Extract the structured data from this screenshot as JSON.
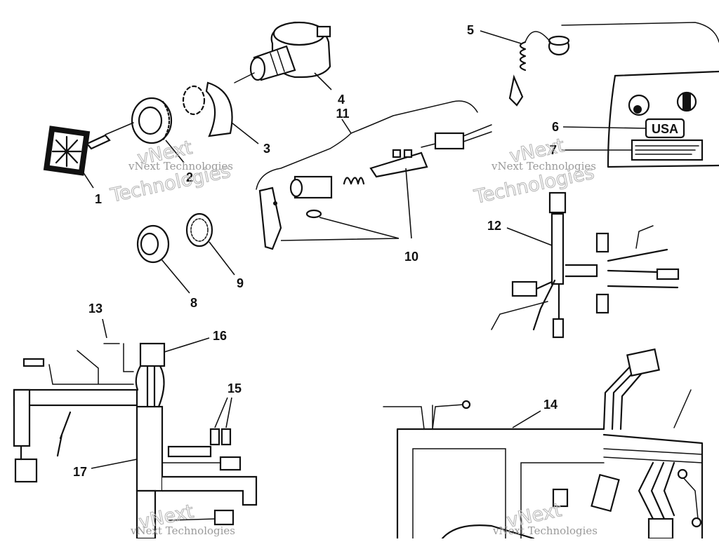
{
  "callouts": {
    "c1": "1",
    "c2": "2",
    "c3": "3",
    "c4": "4",
    "c5": "5",
    "c6": "6",
    "c7": "7",
    "c8": "8",
    "c9": "9",
    "c10": "10",
    "c11": "11",
    "c12": "12",
    "c13": "13",
    "c14": "14",
    "c15": "15",
    "c16": "16",
    "c17": "17"
  },
  "panel": {
    "usa_label": "USA"
  },
  "watermark": {
    "line1": "vNext Technologies",
    "line2": "Technologies",
    "line3": "vNext"
  },
  "colors": {
    "ink": "#111111",
    "paper": "#ffffff",
    "watermark": "#9a9a9a"
  }
}
